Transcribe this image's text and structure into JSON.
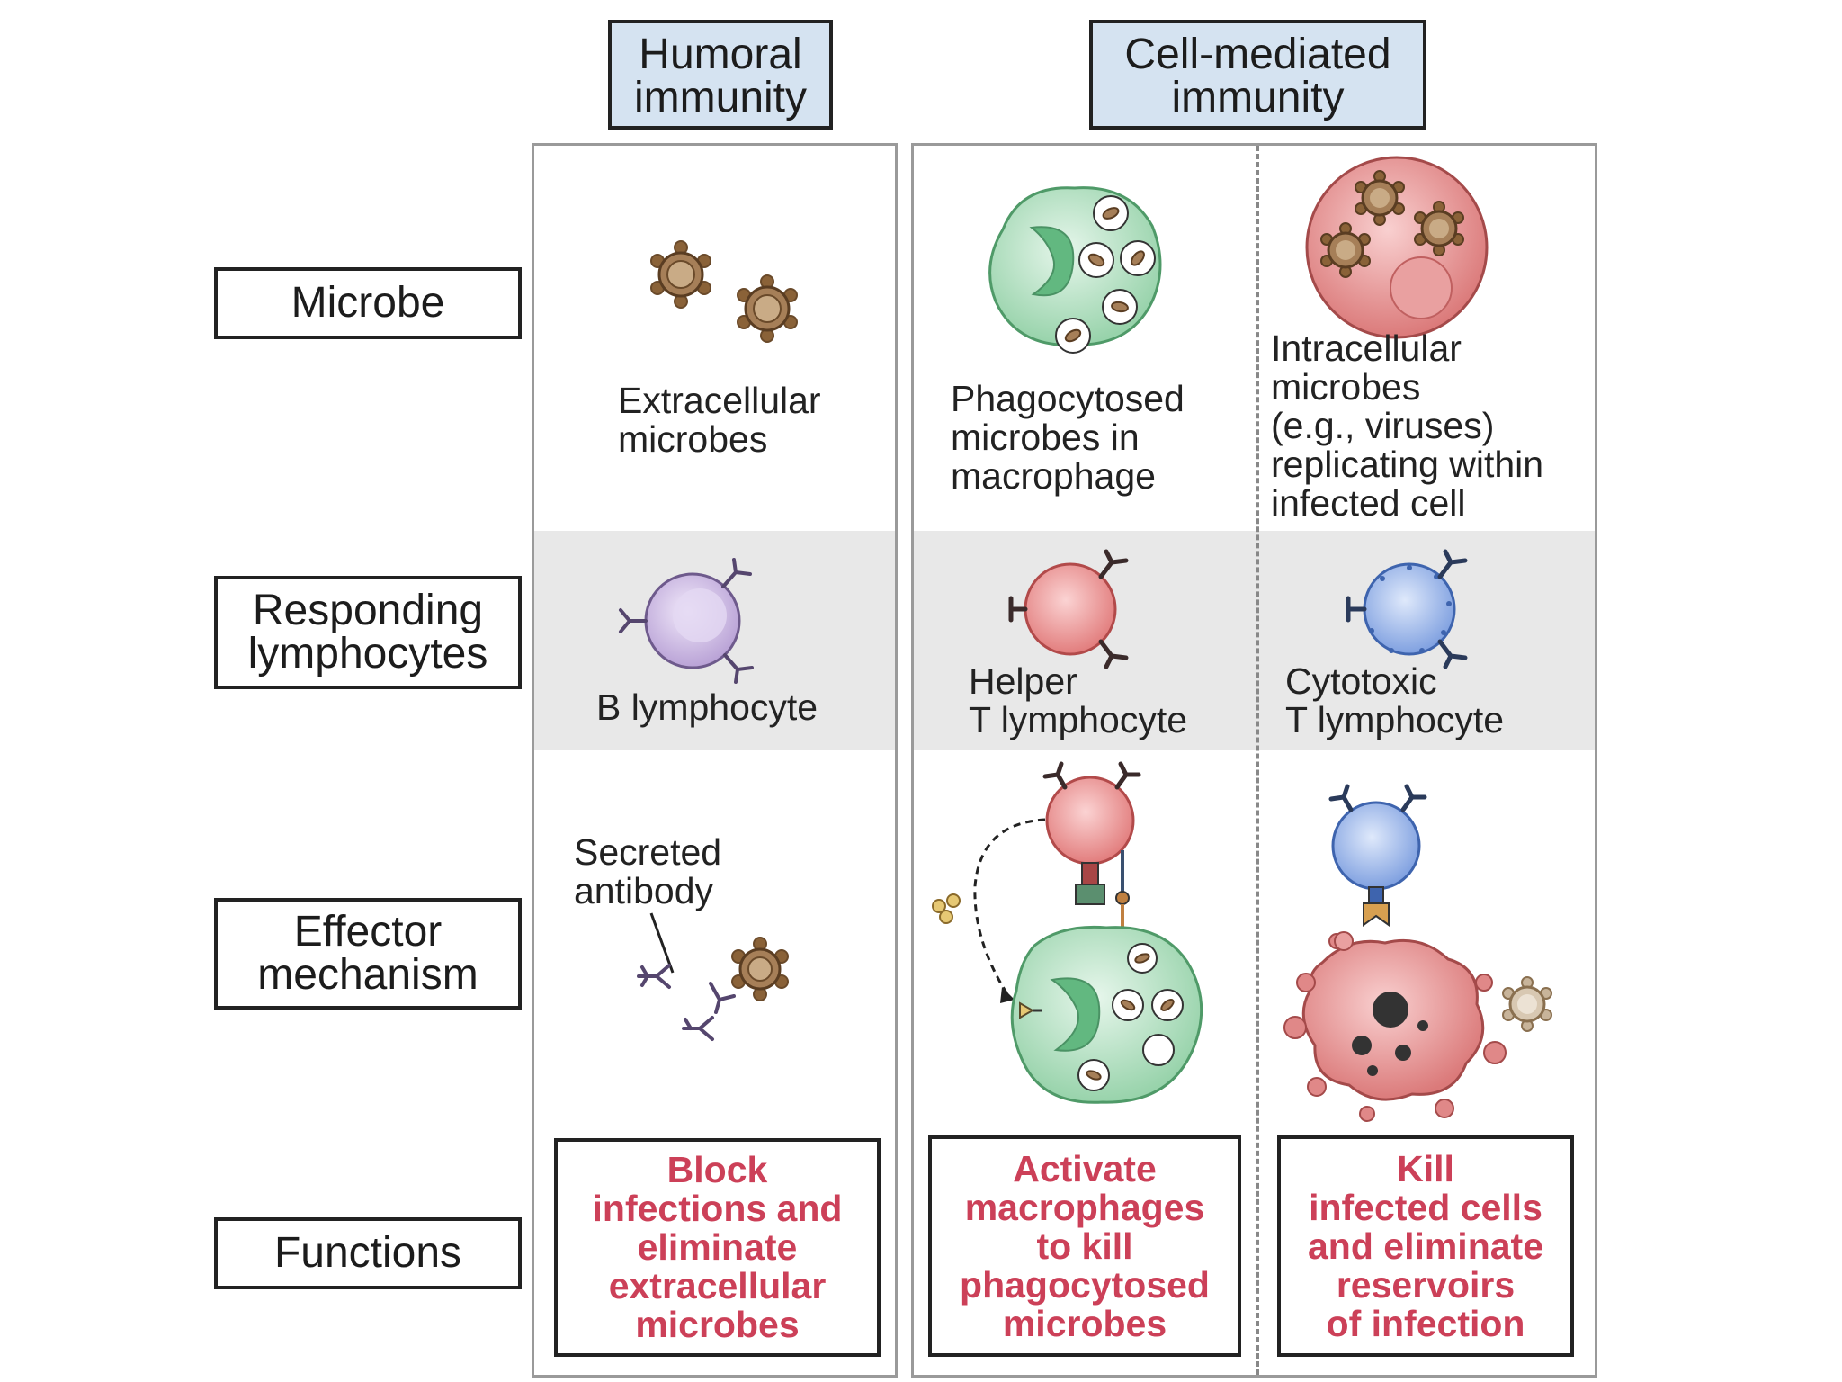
{
  "headers": {
    "humoral": "Humoral\nimmunity",
    "cell_mediated": "Cell-mediated\nimmunity"
  },
  "rows": {
    "microbe": "Microbe",
    "responding": "Responding\nlymphocytes",
    "effector": "Effector\nmechanism",
    "functions": "Functions"
  },
  "humoral": {
    "microbe_label": "Extracellular\nmicrobes",
    "lymphocyte_label": "B lymphocyte",
    "effector_label": "Secreted\nantibody",
    "function": "Block\ninfections and\neliminate\nextracellular\nmicrobes"
  },
  "helper": {
    "microbe_label": "Phagocytosed\nmicrobes in\nmacrophage",
    "lymphocyte_label": "Helper\nT lymphocyte",
    "function": "Activate\nmacrophages\nto kill\nphagocytosed\nmicrobes"
  },
  "cytotoxic": {
    "microbe_label": "Intracellular\nmicrobes\n(e.g., viruses)\nreplicating within\ninfected cell",
    "lymphocyte_label": "Cytotoxic\nT lymphocyte",
    "function": "Kill\ninfected cells\nand eliminate\nreservoirs\nof infection"
  },
  "colors": {
    "header_fill": "#d5e3f1",
    "band_fill": "#e8e8e8",
    "function_text": "#cc4058",
    "b_cell": "#cbb8e0",
    "helper_t": "#ec8c8c",
    "cytotoxic_t": "#8fb0e8",
    "macrophage": "#a9dcb8",
    "infected_cell": "#e59a9a",
    "microbe": "#9c7a58"
  },
  "icons": [
    "virus-icon",
    "b-cell-icon",
    "helper-t-cell-icon",
    "cytotoxic-t-cell-icon",
    "macrophage-icon",
    "infected-cell-icon",
    "antibody-icon",
    "cytokine-icon"
  ]
}
